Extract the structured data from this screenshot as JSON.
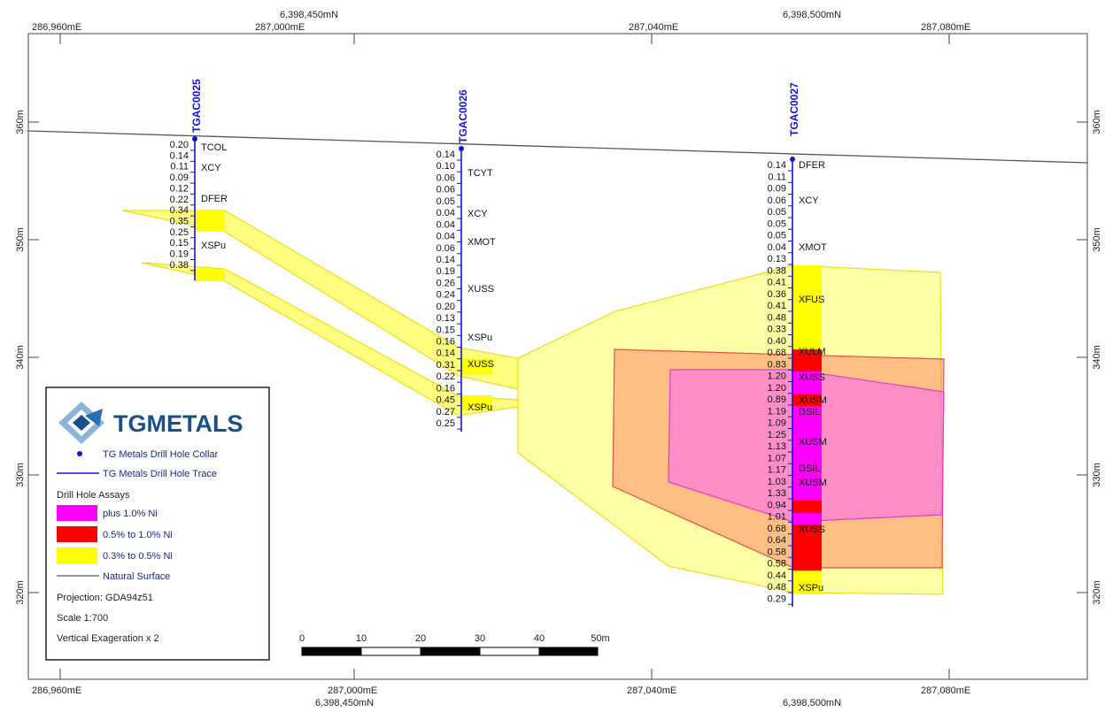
{
  "colors": {
    "high": "#ff00ff",
    "mid": "#ff0000",
    "low": "#ffff00",
    "trace": "#1515c8",
    "collar": "#1515c8",
    "surface": "#555555",
    "brand": "#1a4f8a"
  },
  "coords": {
    "easting_top": [
      "286,960mE",
      "287,000mE",
      "287,040mE",
      "287,080mE"
    ],
    "northing_top": [
      "6,398,450mN",
      "6,398,500mN"
    ],
    "easting_bottom": [
      "286,960mE",
      "287,000mE",
      "287,040mE",
      "287,080mE"
    ],
    "northing_bottom": [
      "6,398,450mN",
      "6,398,500mN"
    ],
    "elevation_left": [
      "360m",
      "350m",
      "340m",
      "330m",
      "320m"
    ],
    "elevation_right": [
      "360m",
      "350m",
      "340m",
      "330m",
      "320m"
    ]
  },
  "holes": [
    {
      "name": "TGAC0025",
      "assays": [
        "0.20",
        "0.14",
        "0.11",
        "0.09",
        "0.12",
        "0.22",
        "0.34",
        "0.35",
        "0.25",
        "0.15",
        "0.19",
        "0.38"
      ],
      "lithology": [
        "TCOL",
        "XCY",
        "DFER",
        "XSPu"
      ]
    },
    {
      "name": "TGAC0026",
      "assays": [
        "0.14",
        "0.10",
        "0.06",
        "0.06",
        "0.05",
        "0.04",
        "0.04",
        "0.04",
        "0.06",
        "0.14",
        "0.19",
        "0.26",
        "0.24",
        "0.20",
        "0.13",
        "0.15",
        "0.16",
        "0.14",
        "0.31",
        "0.22",
        "0.16",
        "0.45",
        "0.27",
        "0.25"
      ],
      "lithology": [
        "TCYT",
        "XCY",
        "XMOT",
        "XUSS",
        "XSPu",
        "XUSS",
        "XSPu"
      ]
    },
    {
      "name": "TGAC0027",
      "assays": [
        "0.14",
        "0.11",
        "0.09",
        "0.06",
        "0.05",
        "0.05",
        "0.05",
        "0.04",
        "0.13",
        "0.38",
        "0.41",
        "0.36",
        "0.41",
        "0.48",
        "0.33",
        "0.40",
        "0.68",
        "0.83",
        "1.20",
        "1.20",
        "0.89",
        "1.19",
        "1.09",
        "1.25",
        "1.13",
        "1.07",
        "1.17",
        "1.03",
        "1.33",
        "0.94",
        "1.01",
        "0.68",
        "0.64",
        "0.58",
        "0.58",
        "0.44",
        "0.48",
        "0.29"
      ],
      "lithology": [
        "DFER",
        "XCY",
        "XMOT",
        "XFUS",
        "XULM",
        "XUSS",
        "XUSM",
        "DSIL",
        "XUSM",
        "DSIL",
        "XUSM",
        "XUSS",
        "XSPu"
      ]
    }
  ],
  "legend": {
    "brand": "TGMETALS",
    "collar": "TG Metals Drill Hole Collar",
    "trace": "TG Metals Drill Hole Trace",
    "assays_heading": "Drill Hole Assays",
    "classes": [
      "plus 1.0% Ni",
      "0.5% to 1.0% Ni",
      "0.3% to 0.5% Ni"
    ],
    "surface": "Natural Surface",
    "projection": "Projection: GDA94z51",
    "scale": "Scale 1:700",
    "exaggeration": "Vertical Exageration x 2"
  },
  "scalebar": {
    "labels": [
      "0",
      "10",
      "20",
      "30",
      "40",
      "50m"
    ]
  }
}
